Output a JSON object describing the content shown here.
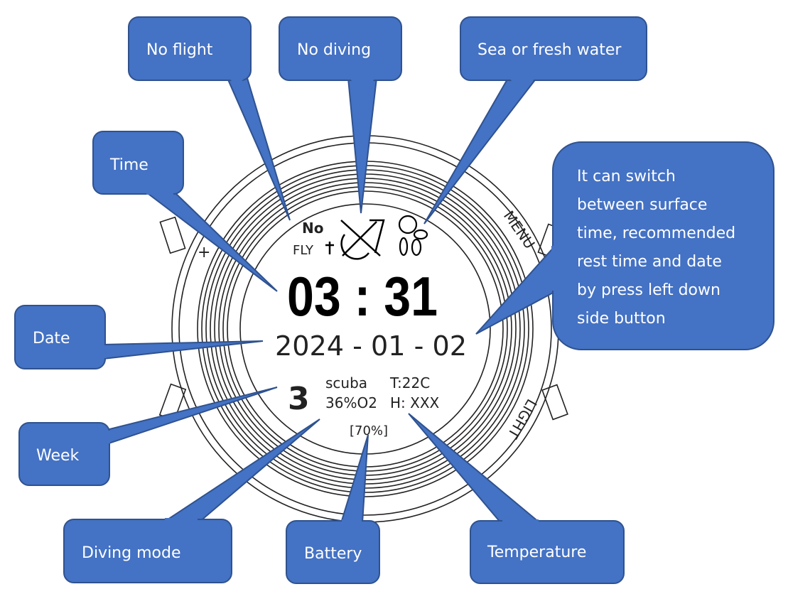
{
  "watch": {
    "no_label": "No",
    "fly_label": "FLY",
    "time": "03 : 31",
    "date": "2024 - 01 - 02",
    "week": "3",
    "mode": "scuba",
    "o2": "36%O2",
    "temperature": "T:22C",
    "h_value": "H:  XXX",
    "battery": "[70%]",
    "button_menu": "MENU",
    "button_light": "LIGHT",
    "button_plus": "+"
  },
  "callouts": {
    "no_flight": "No flight",
    "no_diving": "No diving",
    "water": "Sea or fresh water",
    "time": "Time",
    "switch_lines": [
      "It can switch",
      "between surface",
      "time, recommended",
      "rest time and date",
      "by press left down",
      "side button"
    ],
    "date": "Date",
    "week": "Week",
    "diving_mode": "Diving mode",
    "battery": "Battery",
    "temperature": "Temperature"
  },
  "colors": {
    "callout_fill": "#4472C4",
    "callout_border": "#2F528F"
  }
}
